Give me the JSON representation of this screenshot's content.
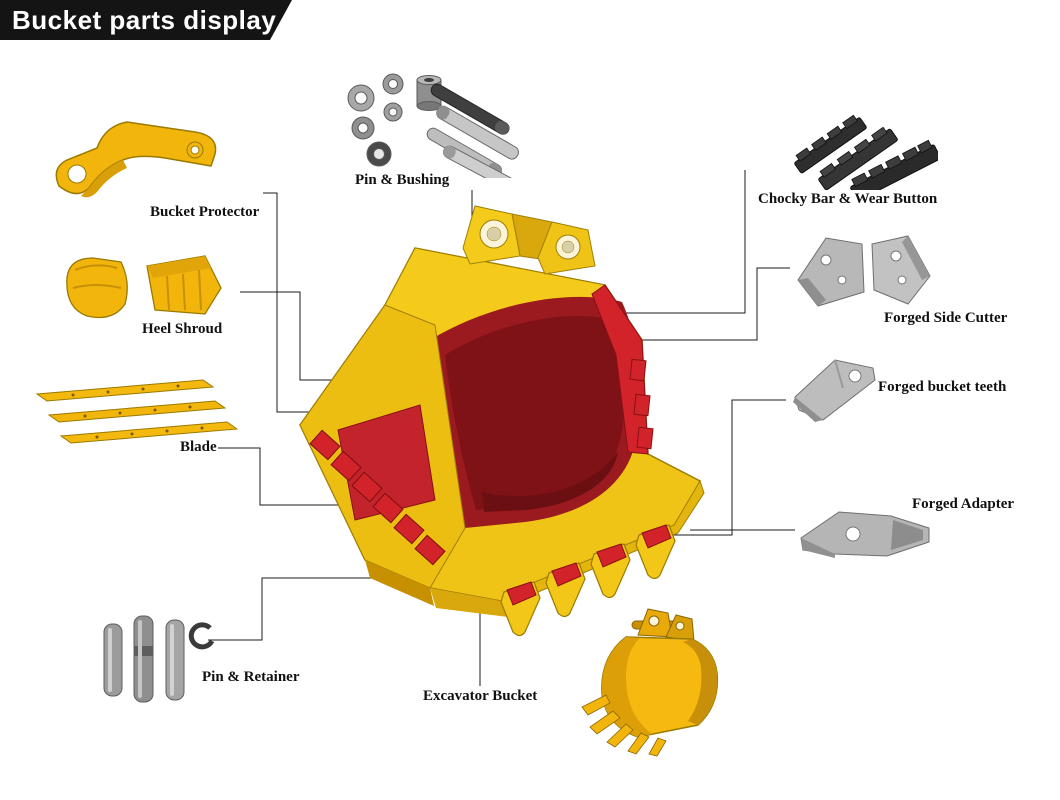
{
  "header": {
    "title": "Bucket parts display",
    "bg_color": "#141414",
    "text_color": "#ffffff"
  },
  "diagram": {
    "description": "Exploded parts diagram of an excavator bucket with leader lines from each part to the central bucket illustration",
    "parts": [
      {
        "id": "bucket-protector",
        "label": "Bucket Protector"
      },
      {
        "id": "pin-bushing",
        "label": "Pin & Bushing"
      },
      {
        "id": "chocky-bar",
        "label": "Chocky Bar & Wear Button"
      },
      {
        "id": "heel-shroud",
        "label": "Heel Shroud"
      },
      {
        "id": "forged-side-cutter",
        "label": "Forged Side Cutter"
      },
      {
        "id": "forged-bucket-teeth",
        "label": "Forged bucket teeth"
      },
      {
        "id": "blade",
        "label": "Blade"
      },
      {
        "id": "forged-adapter",
        "label": "Forged Adapter"
      },
      {
        "id": "pin-retainer",
        "label": "Pin & Retainer"
      },
      {
        "id": "excavator-bucket",
        "label": "Excavator Bucket"
      }
    ],
    "colors": {
      "bucket_yellow": "#EFC417",
      "interior_red": "#9A1A1F",
      "wear_part_red": "#D2232A",
      "metal_gray": "#B5B5B5",
      "leader_line": "#1b1b1b"
    }
  }
}
